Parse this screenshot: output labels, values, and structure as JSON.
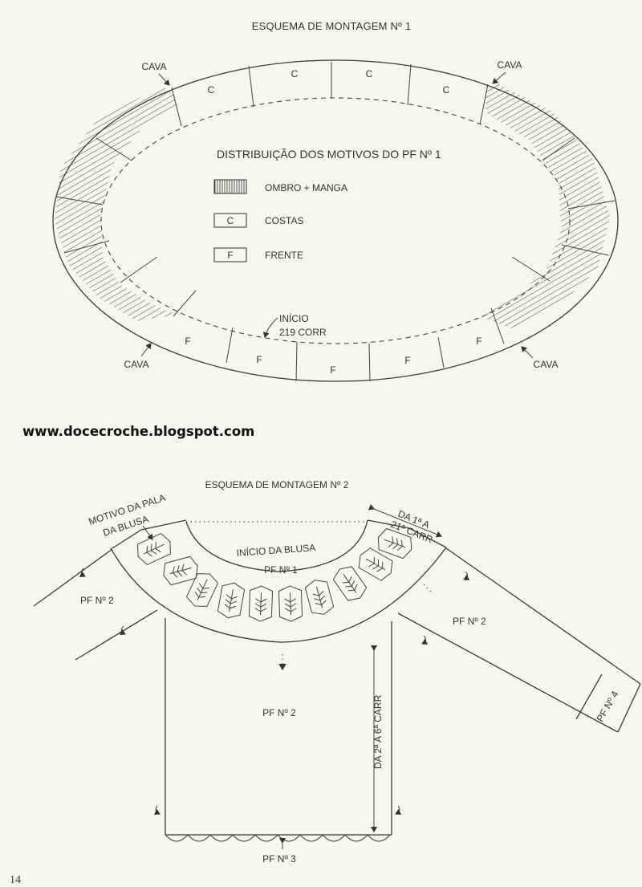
{
  "diagram1": {
    "title": "ESQUEMA DE MONTAGEM Nº 1",
    "legend_title": "DISTRIBUIÇÃO DOS MOTIVOS DO PF Nº 1",
    "legend": [
      {
        "key": "",
        "label": "OMBRO + MANGA"
      },
      {
        "key": "C",
        "label": "COSTAS"
      },
      {
        "key": "F",
        "label": "FRENTE"
      }
    ],
    "segments_back": [
      "C",
      "C",
      "C",
      "C"
    ],
    "segments_front": [
      "F",
      "F",
      "F",
      "F",
      "F"
    ],
    "armhole_label": "CAVA",
    "start_label": [
      "INÍCIO",
      "219 CORR"
    ]
  },
  "website": "www.docecroche.blogspot.com",
  "diagram2": {
    "title": "ESQUEMA DE MONTAGEM Nº 2",
    "yoke_motif_label": [
      "MOTIVO DA PALA",
      "DA BLUSA"
    ],
    "blouse_start_label": "INÍCIO DA BLUSA",
    "yoke_pf": "PF Nº 1",
    "rows_label_right": [
      "DA 1ª A",
      "21ª CARR"
    ],
    "left_sleeve_pf": "PF Nº 2",
    "right_sleeve_pf": "PF Nº 2",
    "body_pf": "PF Nº 2",
    "body_rows_label": "DA 2ª A 6ª CARR",
    "cuff_pf": "PF Nº 4",
    "hem_pf": "PF Nº 3"
  },
  "page_number": "14"
}
